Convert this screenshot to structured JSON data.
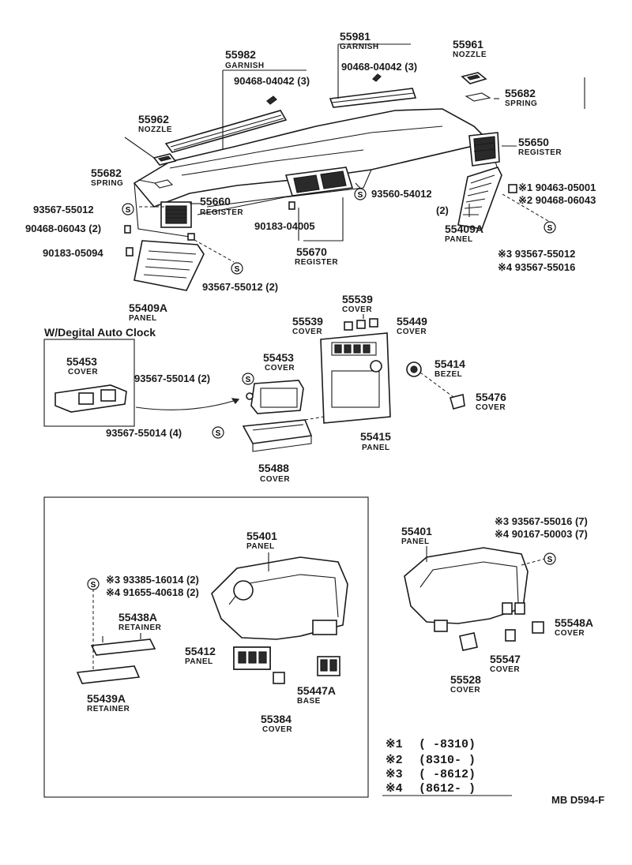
{
  "labels": {
    "l01": {
      "num": "55982",
      "sub": "GARNISH"
    },
    "l02": {
      "num": "55981",
      "sub": "GARNISH"
    },
    "l03": {
      "num": "55961",
      "sub": "NOZZLE"
    },
    "l04": {
      "num": "55682",
      "sub": "SPRING"
    },
    "l05": {
      "num": "55962",
      "sub": "NOZZLE"
    },
    "l06": {
      "num": "55650",
      "sub": "REGISTER"
    },
    "l07": {
      "num": "55682",
      "sub": "SPRING"
    },
    "l08": {
      "num": "55660",
      "sub": "REGISTER"
    },
    "l09": {
      "num": "55670",
      "sub": "REGISTER"
    },
    "l10": {
      "num": "55409A",
      "sub": "PANEL"
    },
    "l11": {
      "num": "55409A",
      "sub": "PANEL"
    },
    "l12": {
      "num": "55539",
      "sub": "COVER"
    },
    "l13": {
      "num": "55539",
      "sub": "COVER"
    },
    "l14": {
      "num": "55449",
      "sub": "COVER"
    },
    "l15": {
      "num": "55453",
      "sub": "COVER"
    },
    "l16": {
      "num": "55453",
      "sub": "COVER"
    },
    "l17": {
      "num": "55414",
      "sub": "BEZEL"
    },
    "l18": {
      "num": "55476",
      "sub": "COVER"
    },
    "l19": {
      "num": "55415",
      "sub": "PANEL"
    },
    "l20": {
      "num": "55488",
      "sub": "COVER"
    },
    "l21": {
      "num": "55401",
      "sub": "PANEL"
    },
    "l22": {
      "num": "55401",
      "sub": "PANEL"
    },
    "l23": {
      "num": "55438A",
      "sub": "RETAINER"
    },
    "l24": {
      "num": "55439A",
      "sub": "RETAINER"
    },
    "l25": {
      "num": "55412",
      "sub": "PANEL"
    },
    "l26": {
      "num": "55447A",
      "sub": "BASE"
    },
    "l27": {
      "num": "55384",
      "sub": "COVER"
    },
    "l28": {
      "num": "55548A",
      "sub": "COVER"
    },
    "l29": {
      "num": "55547",
      "sub": "COVER"
    },
    "l30": {
      "num": "55528",
      "sub": "COVER"
    }
  },
  "refs": {
    "r01": "90468-04042 (3)",
    "r02": "90468-04042 (3)",
    "r03": "93567-55012",
    "r04": "90468-06043 (2)",
    "r05": "90183-05094",
    "r06": "93567-55012 (2)",
    "r07": "90183-04005",
    "r08": "93560-54012",
    "r09": "(2)",
    "r10": "※1 90463-05001",
    "r11": "※2 90468-06043",
    "r12": "※3 93567-55012",
    "r13": "※4 93567-55016",
    "r14": "93567-55014 (2)",
    "r15": "93567-55014 (4)",
    "r16": "※3 93385-16014 (2)",
    "r17": "※4 91655-40618 (2)",
    "r18": "※3 93567-55016 (7)",
    "r19": "※4 90167-50003 (7)"
  },
  "inset_title": "W/Degital Auto Clock",
  "legend": [
    {
      "mark": "※1",
      "range": "(      -8310)"
    },
    {
      "mark": "※2",
      "range": "(8310-      )"
    },
    {
      "mark": "※3",
      "range": "(      -8612)"
    },
    {
      "mark": "※4",
      "range": "(8612-      )"
    }
  ],
  "diagram_code": "MB D594-F",
  "symbol_letter": "S"
}
